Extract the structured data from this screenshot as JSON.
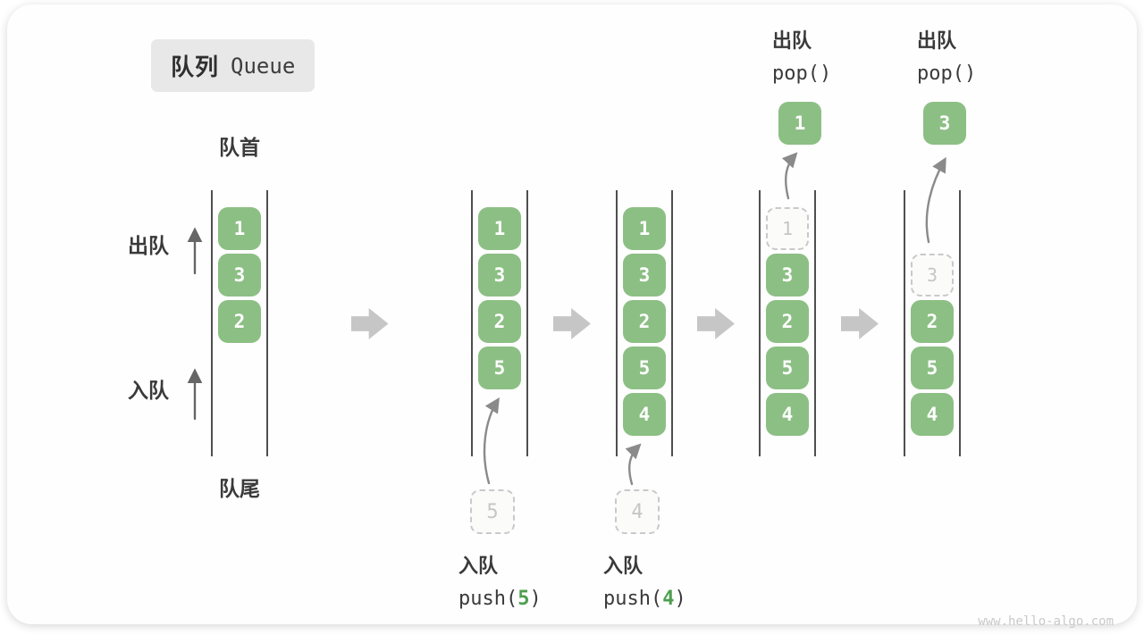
{
  "title": {
    "zh": "队列",
    "en": "Queue"
  },
  "labels": {
    "front": "队首",
    "rear": "队尾",
    "dequeue": "出队",
    "enqueue": "入队"
  },
  "watermark": "www.hello-algo.com",
  "colors": {
    "green": "#8CBF84",
    "green_dark": "#4E9E50",
    "text": "#3A3A3A",
    "line": "#4F4F4F",
    "arrow": "#8A8A8A",
    "arrow_dark": "#666666",
    "chevron": "#C6C6C6",
    "dash": "#C9C9C9",
    "ghost_text": "#C6C6C6",
    "title_bg": "#E8E8E8",
    "watermark_color": "#C9C9C9"
  },
  "states": [
    {
      "slots": [
        {
          "value": "1"
        },
        {
          "value": "3"
        },
        {
          "value": "2"
        }
      ]
    },
    {
      "slots": [
        {
          "value": "1"
        },
        {
          "value": "3"
        },
        {
          "value": "2"
        },
        {
          "value": "5"
        }
      ],
      "incoming": {
        "value": "5"
      },
      "op_below": {
        "label": "入队",
        "code": {
          "pre": "push(",
          "arg": "5",
          "post": ")"
        }
      }
    },
    {
      "slots": [
        {
          "value": "1"
        },
        {
          "value": "3"
        },
        {
          "value": "2"
        },
        {
          "value": "5"
        },
        {
          "value": "4"
        }
      ],
      "incoming": {
        "value": "4"
      },
      "op_below": {
        "label": "入队",
        "code": {
          "pre": "push(",
          "arg": "4",
          "post": ")"
        }
      }
    },
    {
      "slots": [
        {
          "value": "1",
          "ghost": true
        },
        {
          "value": "3"
        },
        {
          "value": "2"
        },
        {
          "value": "5"
        },
        {
          "value": "4"
        }
      ],
      "outgoing": {
        "value": "1"
      },
      "op_above": {
        "label": "出队",
        "code": {
          "pre": "pop()",
          "arg": "",
          "post": ""
        }
      }
    },
    {
      "start_slot": 1,
      "slots": [
        {
          "value": "3",
          "ghost": true
        },
        {
          "value": "2"
        },
        {
          "value": "5"
        },
        {
          "value": "4"
        }
      ],
      "outgoing": {
        "value": "3"
      },
      "op_above": {
        "label": "出队",
        "code": {
          "pre": "pop()",
          "arg": "",
          "post": ""
        }
      }
    }
  ]
}
